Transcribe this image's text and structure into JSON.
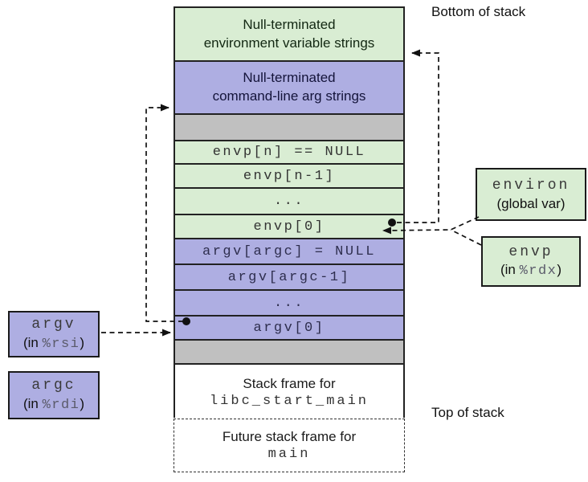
{
  "labels": {
    "bottom_of_stack": "Bottom of stack",
    "top_of_stack": "Top of stack"
  },
  "stack": {
    "rows": [
      {
        "id": "env-strings",
        "text": "Null-terminated\nenvironment variable strings"
      },
      {
        "id": "arg-strings",
        "text": "Null-terminated\ncommand-line arg strings"
      },
      {
        "id": "spacer-top",
        "text": ""
      },
      {
        "id": "envp-n",
        "text": "envp[n] == NULL"
      },
      {
        "id": "envp-n-1",
        "text": "envp[n-1]"
      },
      {
        "id": "envp-ellipsis",
        "text": "..."
      },
      {
        "id": "envp-0",
        "text": "envp[0]"
      },
      {
        "id": "argv-argc",
        "text": "argv[argc] = NULL"
      },
      {
        "id": "argv-argc-1",
        "text": "argv[argc-1]"
      },
      {
        "id": "argv-ellipsis",
        "text": "..."
      },
      {
        "id": "argv-0",
        "text": "argv[0]"
      },
      {
        "id": "spacer-bottom",
        "text": ""
      },
      {
        "id": "libc-frame",
        "line1": "Stack frame for",
        "line2": "libc_start_main"
      }
    ],
    "future_frame": {
      "line1": "Future stack frame for",
      "line2": "main"
    }
  },
  "side_boxes": {
    "environ": {
      "name": "environ",
      "sub": "(global var)"
    },
    "envp": {
      "name": "envp",
      "in_prefix": "(in ",
      "register": "%rdx",
      "suffix": ")"
    },
    "argv": {
      "name": "argv",
      "in_prefix": "(in ",
      "register": "%rsi",
      "suffix": ")"
    },
    "argc": {
      "name": "argc",
      "in_prefix": "(in ",
      "register": "%rdi",
      "suffix": ")"
    }
  },
  "colors": {
    "env_green": "#d9edd3",
    "arg_purple": "#aeaee2",
    "spacer_gray": "#c0c0c0",
    "border": "#222222",
    "arrow": "#111111"
  }
}
